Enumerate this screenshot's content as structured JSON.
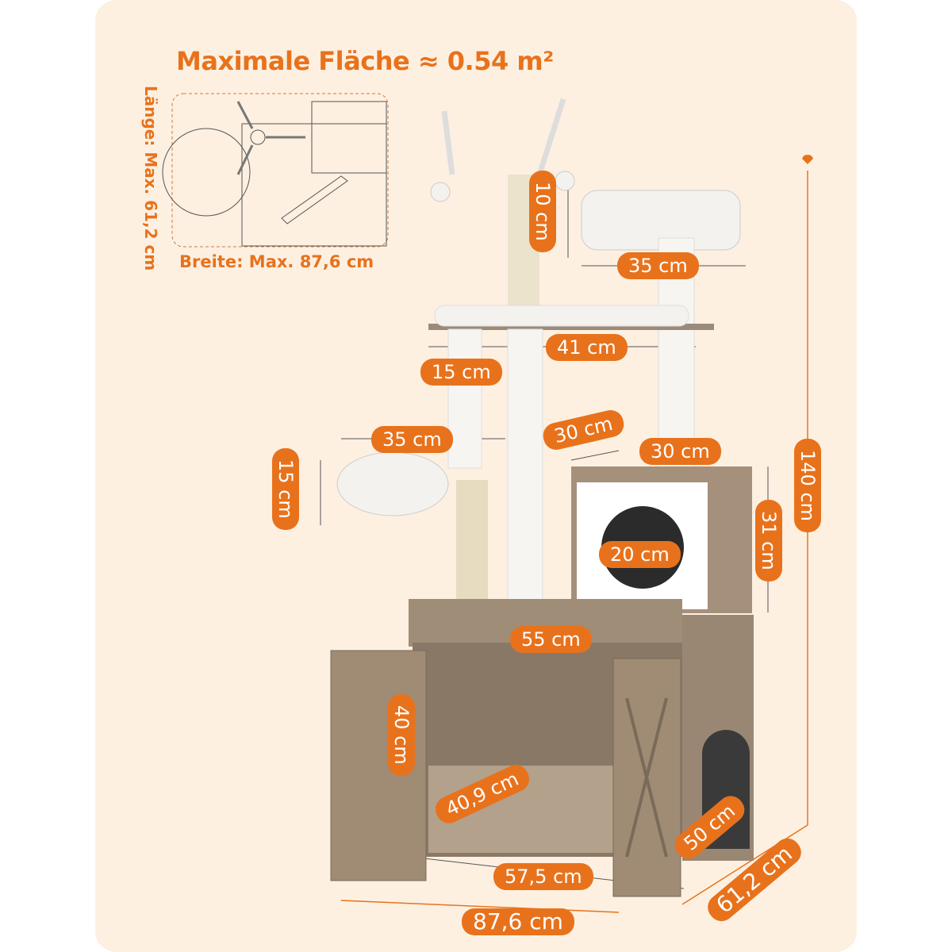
{
  "title": "Maximale Fläche ≈ 0.54 m²",
  "inset": {
    "length_label": "Länge: Max. 61,2 cm",
    "width_label": "Breite: Max. 87,6 cm"
  },
  "dimensions": {
    "post_top": "10 cm",
    "top_bed_width": "35 cm",
    "platform_width": "41 cm",
    "post_spacing": "15 cm",
    "hammock_width": "35 cm",
    "platform_depth": "30 cm",
    "box_top_width": "30 cm",
    "hammock_depth": "15 cm",
    "box_height": "31 cm",
    "hole_diameter": "20 cm",
    "total_height": "140 cm",
    "cabinet_top": "55 cm",
    "cabinet_inner_height": "40 cm",
    "cabinet_inner_depth": "40,9 cm",
    "cabinet_side_depth": "50 cm",
    "cabinet_inner_width": "57,5 cm",
    "total_depth": "61,2 cm",
    "total_width": "87,6 cm"
  },
  "colors": {
    "accent": "#e8721c",
    "background": "#fdf0e1"
  }
}
